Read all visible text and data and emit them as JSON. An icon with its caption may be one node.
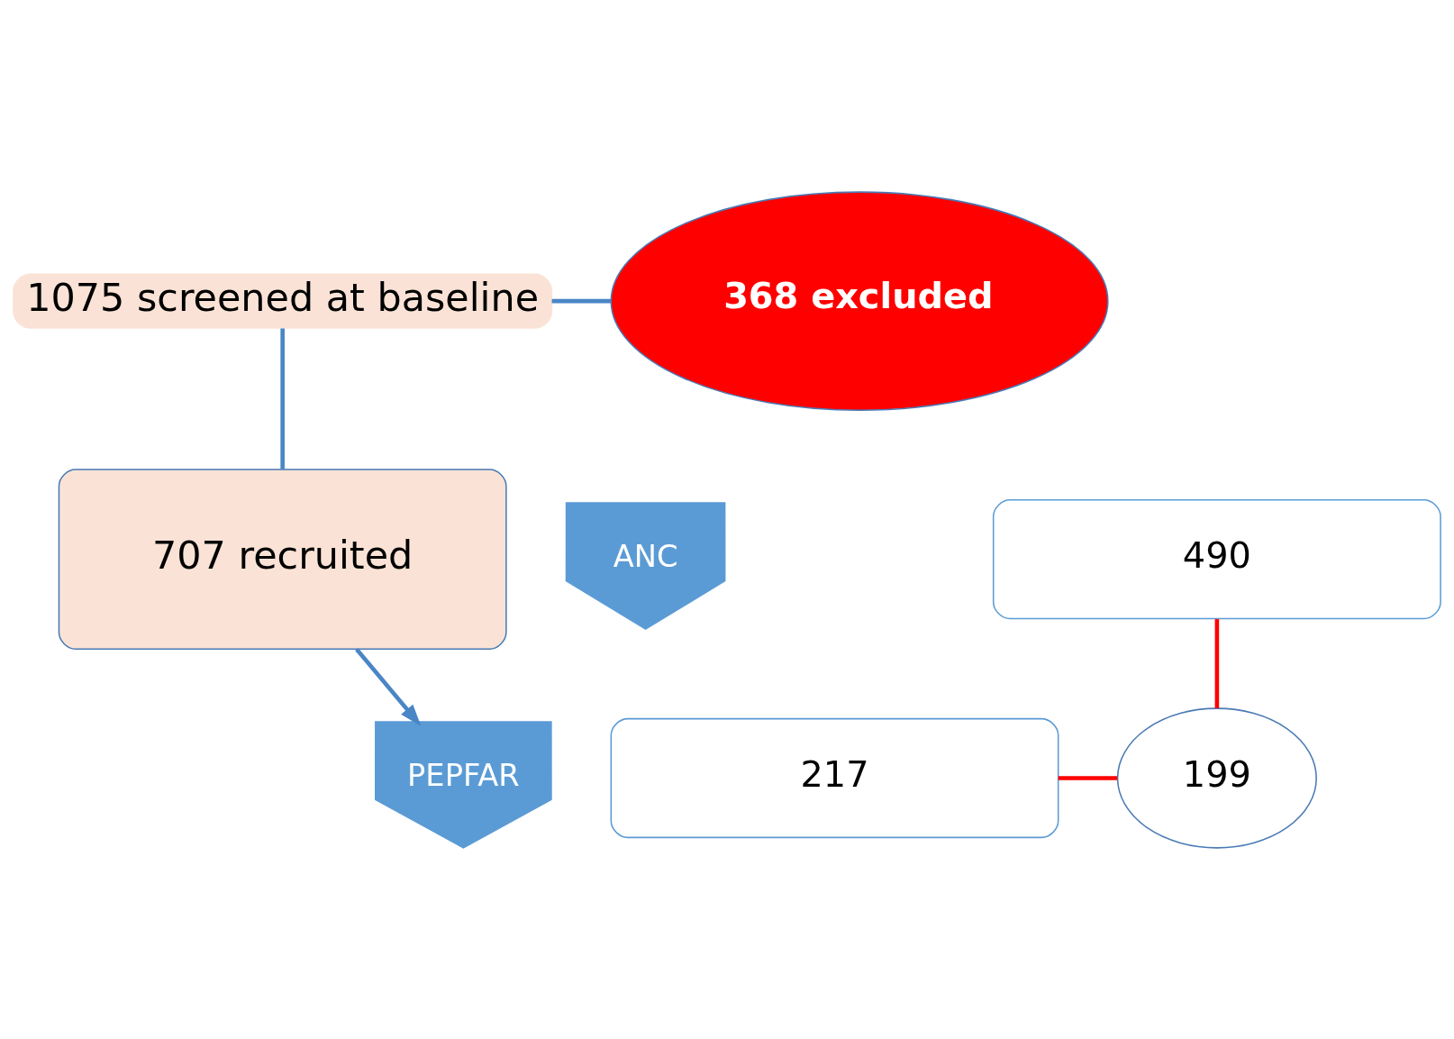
{
  "diagram": {
    "nodes": [
      {
        "text": [
          "1075 screened at baseline"
        ]
      },
      {
        "text": [
          "368 excluded"
        ]
      },
      {
        "text": [
          "707 recruited"
        ]
      },
      {
        "text": [
          "ANC"
        ]
      },
      {
        "text": [
          "490"
        ]
      },
      {
        "text": [
          "PEPFAR"
        ]
      },
      {
        "text": [
          "217"
        ]
      },
      {
        "text": [
          "199"
        ]
      }
    ],
    "edges": [
      {
        "from": 0,
        "to": 2,
        "arrow": "none"
      },
      {
        "from": 0,
        "to": 1,
        "arrow": "none"
      },
      {
        "from": 2,
        "to": 5,
        "arrow": "to"
      },
      {
        "from": 4,
        "to": 7,
        "arrow": "none",
        "color": "#ff0000"
      },
      {
        "from": 6,
        "to": 7,
        "arrow": "none",
        "color": "#ff0000"
      }
    ]
  }
}
